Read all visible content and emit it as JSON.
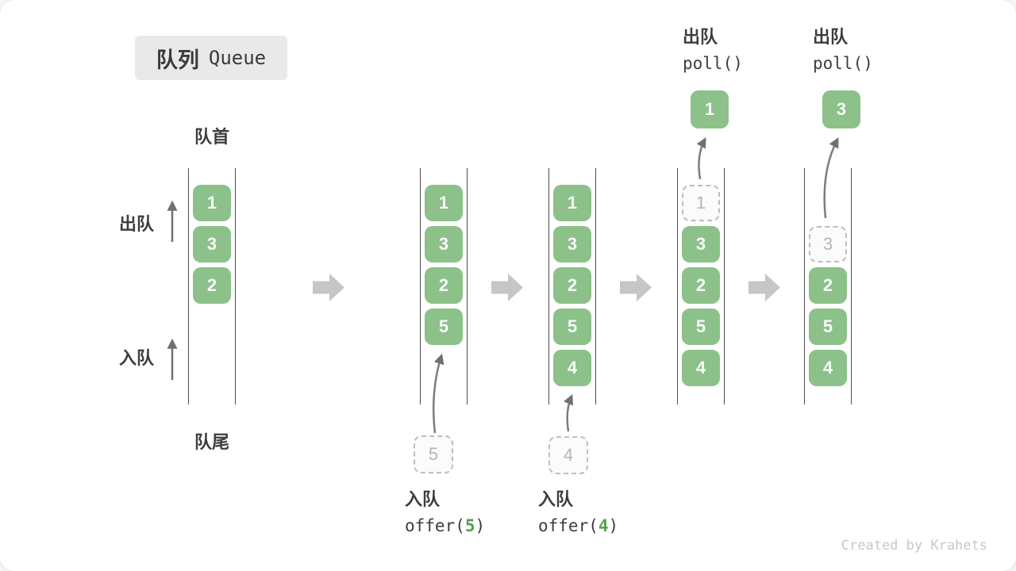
{
  "title": {
    "zh": "队列",
    "en": "Queue"
  },
  "labels": {
    "front": "队首",
    "rear": "队尾",
    "dequeue": "出队",
    "enqueue": "入队"
  },
  "states": {
    "s1": {
      "slots": [
        "1",
        "3",
        "2"
      ]
    },
    "s2": {
      "slots": [
        "1",
        "3",
        "2",
        "5"
      ]
    },
    "s3": {
      "slots": [
        "1",
        "3",
        "2",
        "5",
        "4"
      ]
    },
    "s4": {
      "removed": "1",
      "slots": [
        "3",
        "2",
        "5",
        "4"
      ]
    },
    "s5": {
      "removed": "3",
      "slots": [
        "2",
        "5",
        "4"
      ]
    }
  },
  "ops": {
    "offer5": {
      "label": "入队",
      "code_pre": "offer(",
      "arg": "5",
      "code_post": ")",
      "incoming": "5"
    },
    "offer4": {
      "label": "入队",
      "code_pre": "offer(",
      "arg": "4",
      "code_post": ")",
      "incoming": "4"
    },
    "poll1": {
      "label": "出队",
      "code": "poll()",
      "result": "1"
    },
    "poll2": {
      "label": "出队",
      "code": "poll()",
      "result": "3"
    }
  },
  "watermark": "Created by Krahets",
  "colors": {
    "item_green": "#8CC18A",
    "code_arg_green": "#55A04E",
    "column_line": "#4D4D4D",
    "flow_arrow": "#C6C6C6",
    "ghost_border": "#BDBDBD",
    "badge_bg": "#E9E9E9",
    "text_dark": "#3D3D3D"
  }
}
